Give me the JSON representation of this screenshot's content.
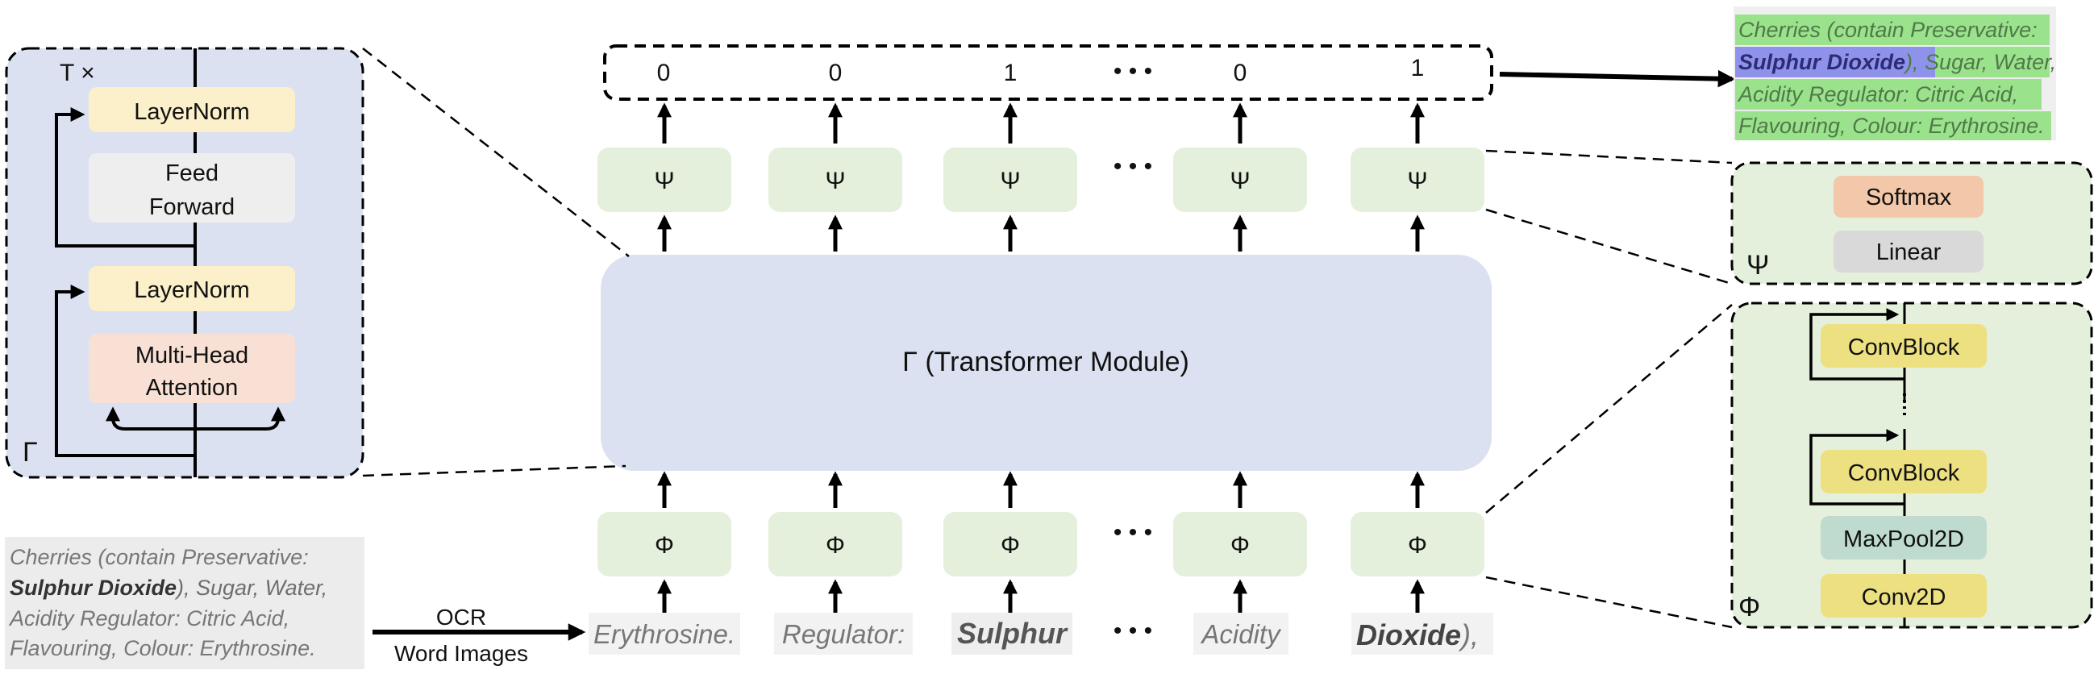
{
  "outputs": [
    "0",
    "0",
    "1",
    "0",
    "1"
  ],
  "ellipsis": "• • •",
  "psi_symbol": "Ψ",
  "phi_symbol": "Φ",
  "transformer_label": "Γ (Transformer Module)",
  "words": {
    "w1": "Erythrosine.",
    "w2": "Regulator:",
    "w3": "Sulphur",
    "w4": "Acidity",
    "w5": "Dioxide",
    "w5_suffix": "),"
  },
  "transformer_detail": {
    "repeat": "T ×",
    "gamma": "Γ",
    "layernorm_top": "LayerNorm",
    "feed_forward_1": "Feed",
    "feed_forward_2": "Forward",
    "layernorm_bottom": "LayerNorm",
    "mha_1": "Multi-Head",
    "mha_2": "Attention"
  },
  "psi_detail": {
    "softmax": "Softmax",
    "linear": "Linear",
    "symbol": "Ψ"
  },
  "phi_detail": {
    "convblock_top": "ConvBlock",
    "convblock_bottom": "ConvBlock",
    "maxpool": "MaxPool2D",
    "conv2d": "Conv2D",
    "symbol": "Φ"
  },
  "input_image": {
    "line1": "Cherries (contain Preservative:",
    "line2_bold": "Sulphur Dioxide",
    "line2_rest": "), Sugar, Water,",
    "line3": "Acidity Regulator: Citric Acid,",
    "line4": "Flavouring, Colour: Erythrosine."
  },
  "ocr_arrow": {
    "top": "OCR",
    "bottom": "Word Images"
  },
  "output_image": {
    "line1": "Cherries (contain Preservative:",
    "line2_w1": "Sulphur",
    "line2_w2": "Dioxide",
    "line2_rest": "), Sugar, Water,",
    "line3": "Acidity Regulator: Citric Acid,",
    "line4": "Flavouring, Colour: Erythrosine."
  },
  "colors": {
    "blue_panel": "#dbe1f1",
    "green_box": "#e4f0dc",
    "yellow": "#fbf0c9",
    "pink": "#f8e1d4",
    "grey": "#eeeeee",
    "softmax": "#f3c7a9",
    "linear": "#d9d9d9",
    "conv": "#ece081",
    "maxpool": "#bfdbd0",
    "highlight_green": "#9be28c",
    "highlight_blue": "#8f92ea"
  }
}
